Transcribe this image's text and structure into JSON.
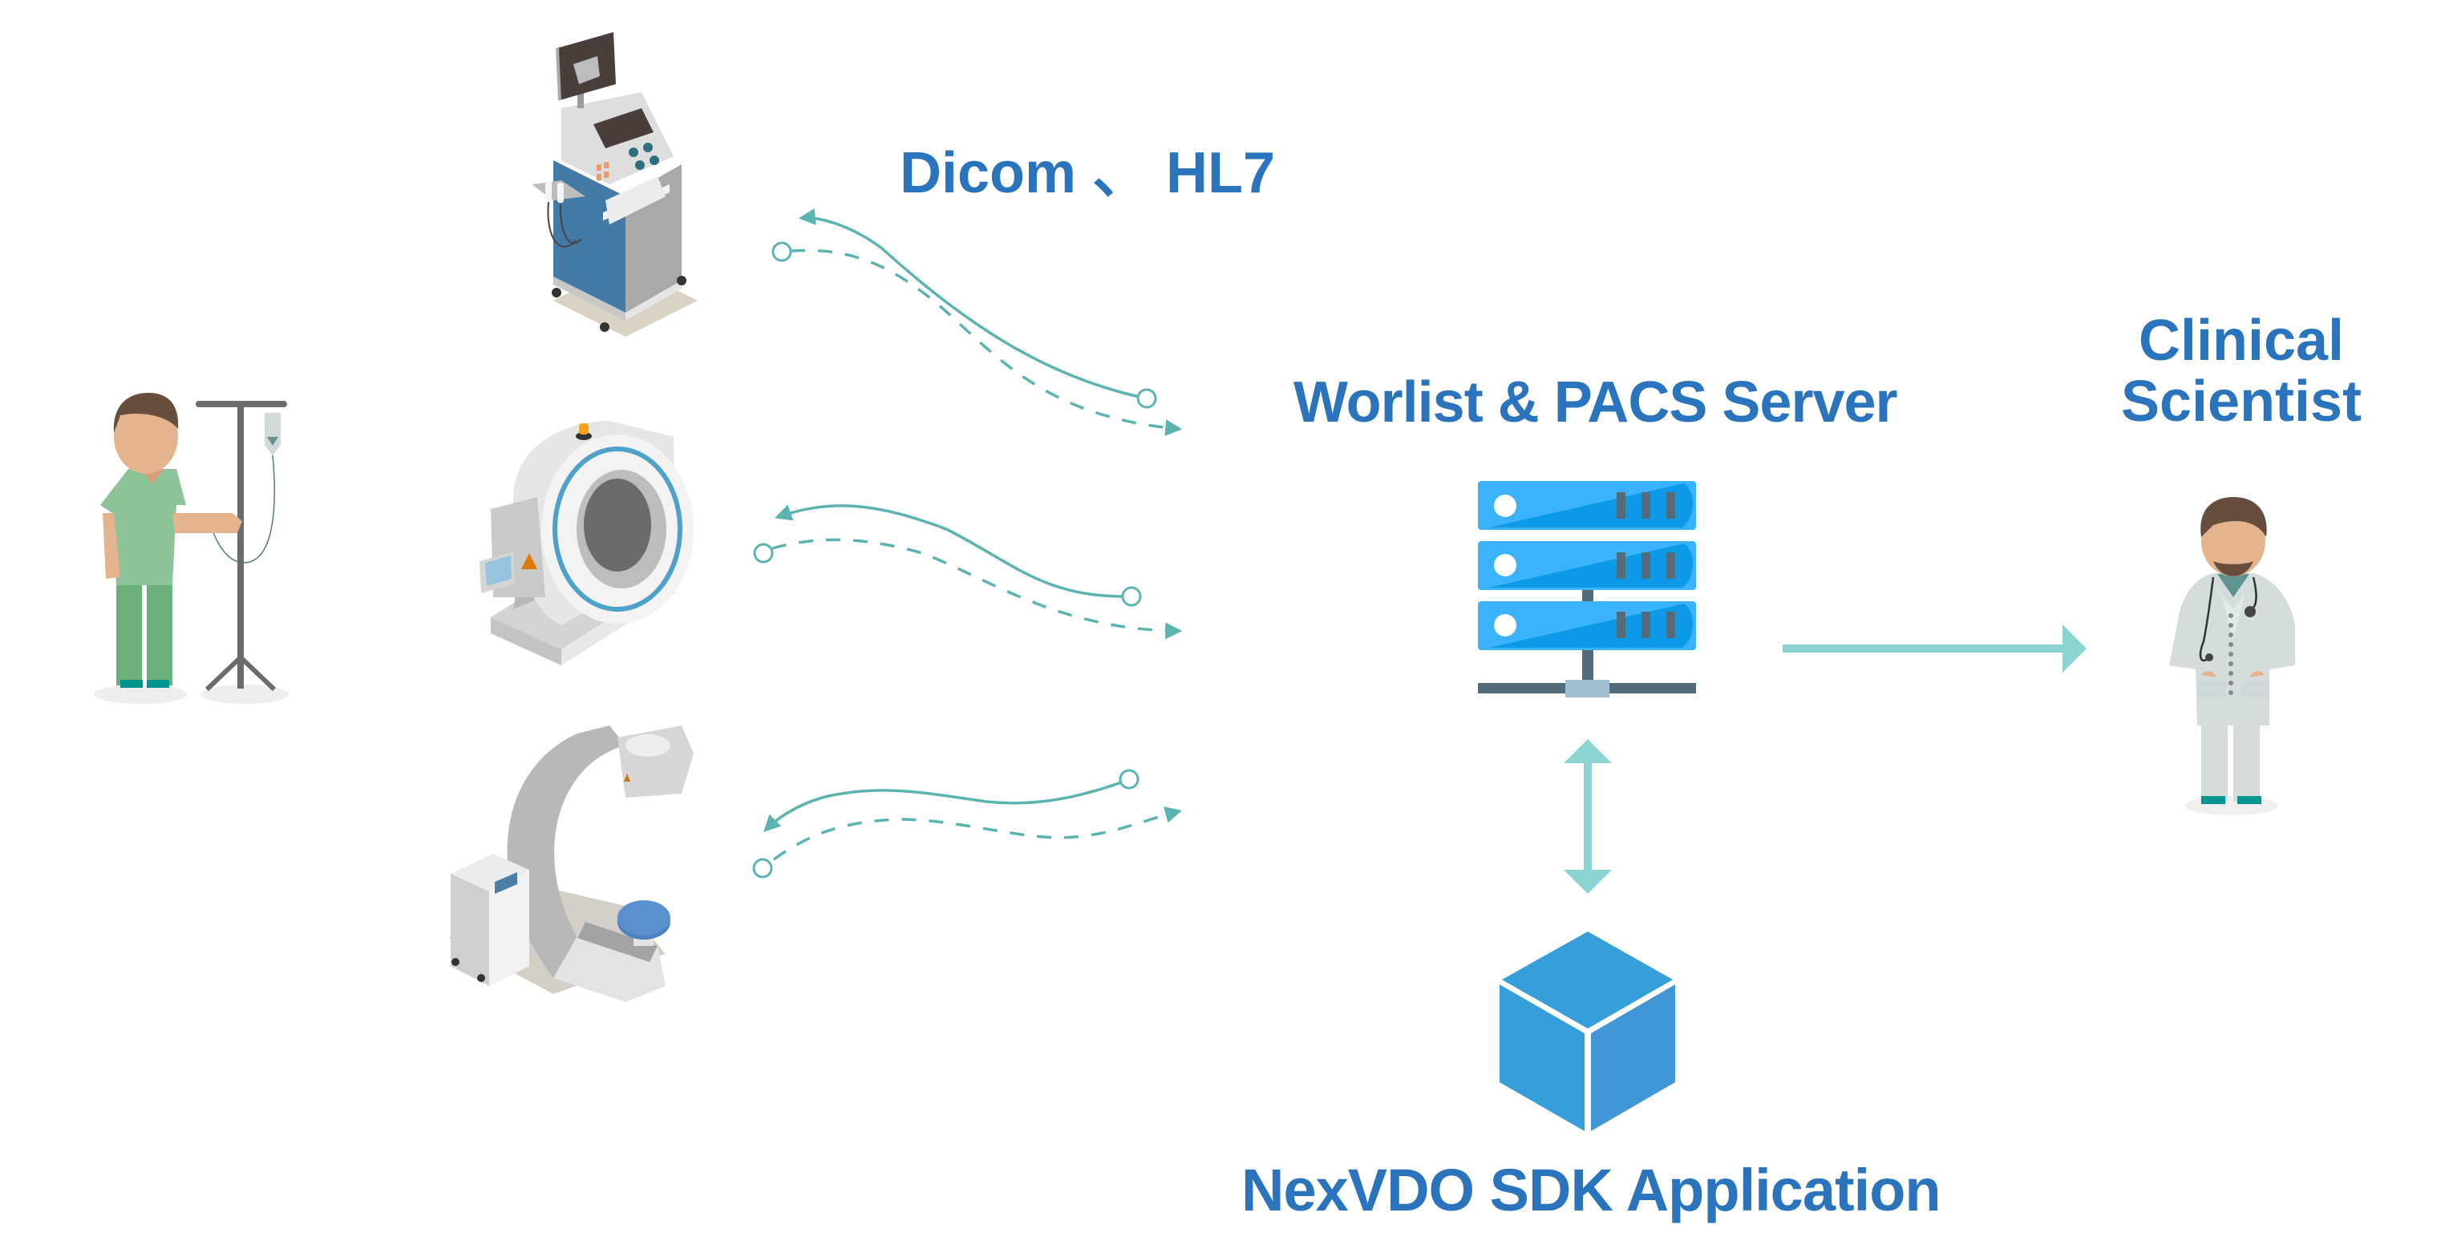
{
  "diagram": {
    "protocol_label": "Dicom 、 HL7",
    "server_label": "Worlist & PACS Server",
    "clinician_label_line1": "Clinical",
    "clinician_label_line2": "Scientist",
    "sdk_label": "NexVDO SDK Application"
  },
  "nodes": [
    {
      "id": "patient",
      "name": "Patient with IV stand",
      "icon": "patient-iv-icon"
    },
    {
      "id": "ultrasound",
      "name": "Ultrasound cart",
      "icon": "ultrasound-machine-icon"
    },
    {
      "id": "mri",
      "name": "MRI scanner",
      "icon": "mri-scanner-icon"
    },
    {
      "id": "carm",
      "name": "C-arm X-ray",
      "icon": "c-arm-xray-icon"
    },
    {
      "id": "server",
      "name": "Worlist & PACS Server",
      "icon": "server-rack-icon"
    },
    {
      "id": "sdk",
      "name": "NexVDO SDK Application",
      "icon": "cube-icon"
    },
    {
      "id": "clinician",
      "name": "Clinical Scientist",
      "icon": "doctor-icon"
    }
  ],
  "edges": [
    {
      "from": "ultrasound",
      "to": "server",
      "style": "bidirectional-curved"
    },
    {
      "from": "mri",
      "to": "server",
      "style": "bidirectional-curved"
    },
    {
      "from": "carm",
      "to": "server",
      "style": "bidirectional-curved"
    },
    {
      "from": "server",
      "to": "sdk",
      "style": "double-arrow"
    },
    {
      "from": "server",
      "to": "clinician",
      "style": "arrow"
    }
  ],
  "colors": {
    "label": "#2a73bd",
    "connector": "#5bb4b0",
    "arrow": "#8ad4d2",
    "server_light": "#3ab3fc",
    "server_dark": "#0b99e8",
    "server_frame": "#546c7a",
    "cube": "#369ed9"
  }
}
